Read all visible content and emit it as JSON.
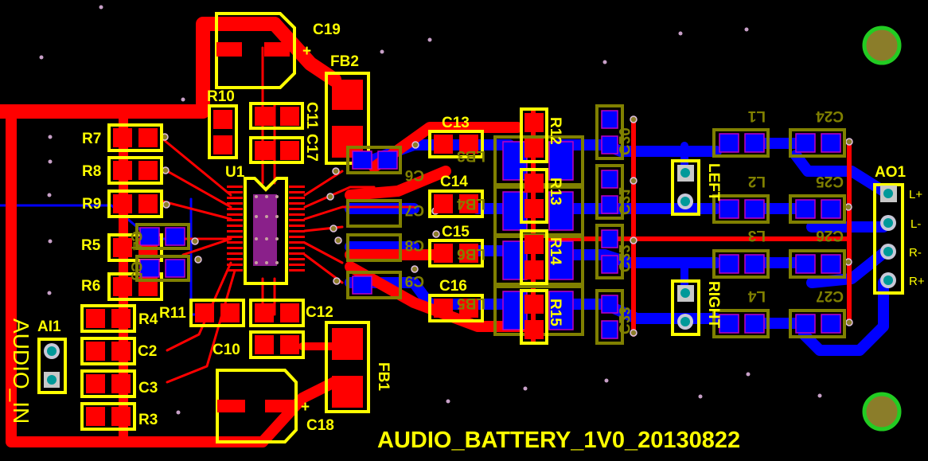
{
  "board": {
    "title": "AUDIO_BATTERY_1V0_20130822",
    "colors": {
      "background": "#000000",
      "top_copper": "#ff0000",
      "bottom_copper": "#0000ff",
      "top_silk": "#ffff00",
      "bottom_silk": "#808000",
      "mount_hole": "#22cc22"
    }
  },
  "top_components": {
    "C19": "C19",
    "FB2": "FB2",
    "R10": "R10",
    "C11": "C11",
    "C17": "C17",
    "U1": "U1",
    "R7": "R7",
    "R8": "R8",
    "R9": "R9",
    "R5": "R5",
    "R6": "R6",
    "R4": "R4",
    "R11": "R11",
    "C2": "C2",
    "C3": "C3",
    "R3": "R3",
    "C12": "C12",
    "C10": "C10",
    "FB1": "FB1",
    "C18": "C18",
    "C13": "C13",
    "C14": "C14",
    "C15": "C15",
    "C16": "C16",
    "R12": "R12",
    "R13": "R13",
    "R14": "R14",
    "R15": "R15",
    "plus": "+"
  },
  "bottom_components": {
    "C6": "C6",
    "C7": "C7",
    "C8": "C8",
    "C9": "C9",
    "C4": "C4",
    "C5": "C5",
    "LB3": "LB3",
    "LB4": "LB4",
    "LB6": "LB6",
    "LB5": "LB5",
    "C20": "C20",
    "C21": "C21",
    "C22": "C22",
    "C23": "C23",
    "L1": "L1",
    "L2": "L2",
    "L3": "L3",
    "L4": "L4",
    "C24": "C24",
    "C25": "C25",
    "C26": "C26",
    "C27": "C27"
  },
  "connectors": {
    "input": {
      "ref": "AI1",
      "name": "AUDIO_IN"
    },
    "left": {
      "name": "LEFT"
    },
    "right": {
      "name": "RIGHT"
    },
    "output": {
      "ref": "AO1",
      "pins": [
        "L+",
        "L-",
        "R-",
        "R+"
      ]
    }
  }
}
